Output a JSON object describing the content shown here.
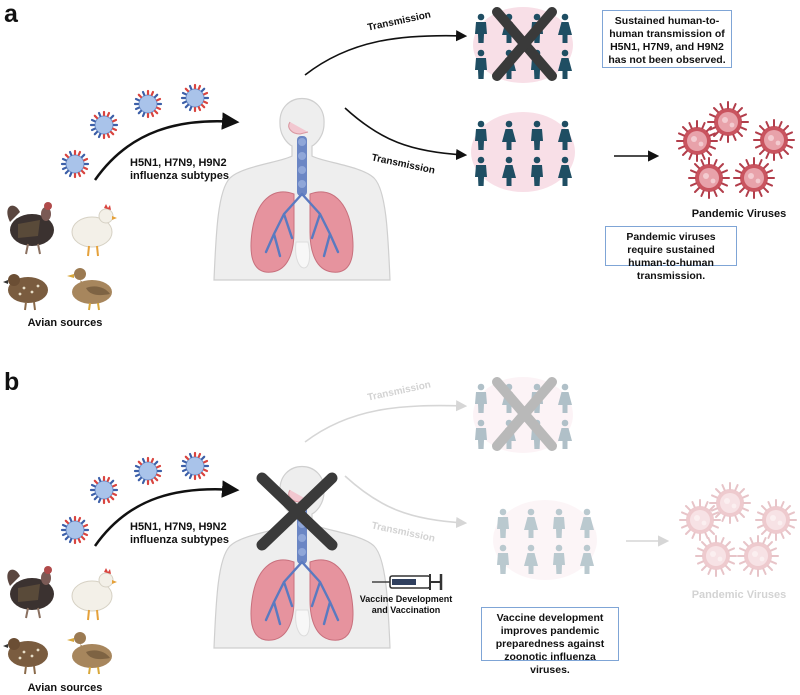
{
  "panels": {
    "a": {
      "letter": "a",
      "subtypes_line1": "H5N1, H7N9, H9N2",
      "subtypes_line2": "influenza subtypes",
      "avian_label": "Avian sources",
      "transmission_top": "Transmission",
      "transmission_bottom": "Transmission",
      "box_top": "Sustained human-to-human transmission of H5N1, H7N9, and H9N2 has not been observed.",
      "pandemic_label": "Pandemic Viruses",
      "box_bottom": "Pandemic viruses require sustained human-to-human transmission."
    },
    "b": {
      "letter": "b",
      "subtypes_line1": "H5N1, H7N9, H9N2",
      "subtypes_line2": "influenza subtypes",
      "avian_label": "Avian sources",
      "transmission_top": "Transmission",
      "transmission_bottom": "Transmission",
      "vaccine_line1": "Vaccine Development",
      "vaccine_line2": "and Vaccination",
      "pandemic_label": "Pandemic Viruses",
      "box_bottom": "Vaccine development improves pandemic preparedness against zoonotic influenza viruses."
    }
  },
  "colors": {
    "virus_body": "#a9c3ea",
    "virus_spike_red": "#d9443f",
    "virus_spike_blue": "#3c5fa8",
    "person": "#1f4e63",
    "cloud": "#f8dfe7",
    "lung": "#e6939e",
    "airway": "#6b86c4",
    "body": "#eeeeee",
    "pandemic_virus": "#c9545f",
    "cross": "#3a3a3a",
    "box_border": "#7fa5d6"
  }
}
